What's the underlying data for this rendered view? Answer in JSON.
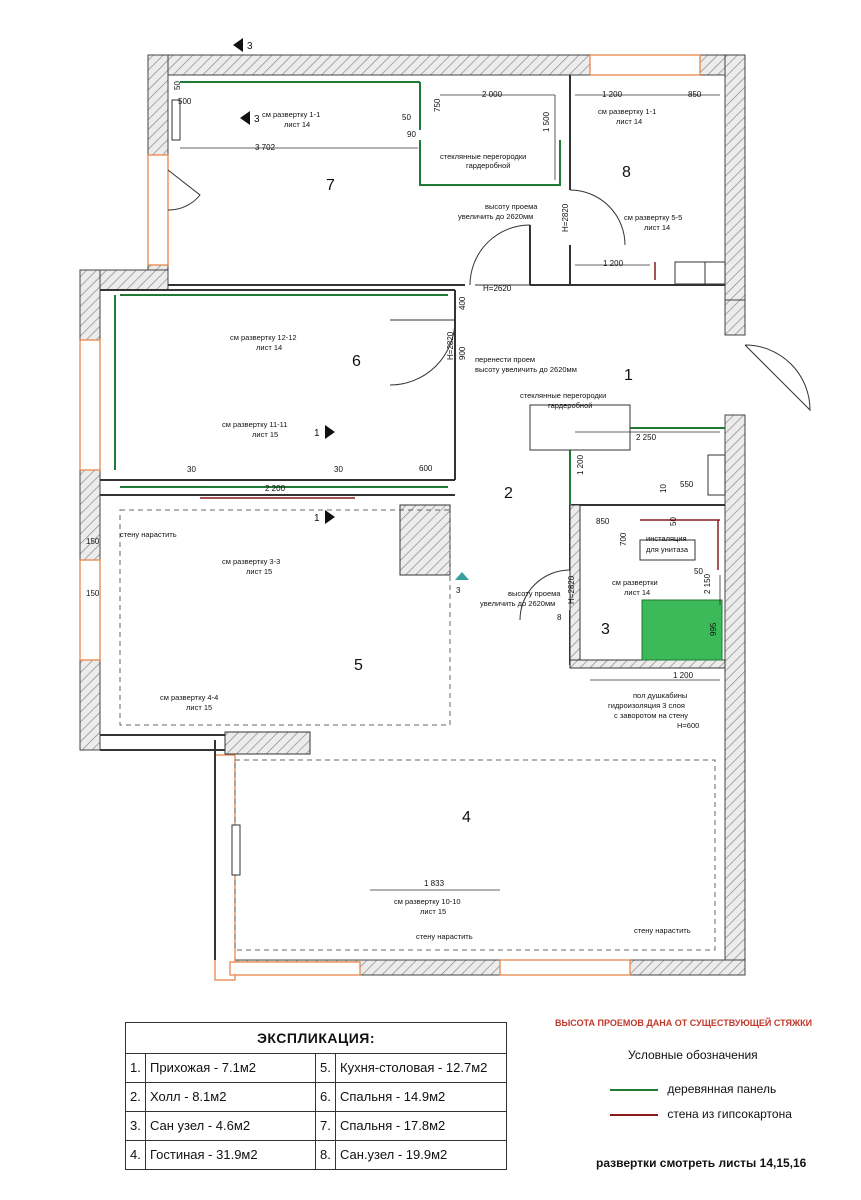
{
  "colors": {
    "wall_hatch": "#9a9a9a",
    "wood_panel": "#1e7a34",
    "gypsum_wall": "#8b1a1a",
    "window": "#e8874a",
    "shower": "#3cba5a",
    "note_red": "#c0392b"
  },
  "marks": {
    "top": "3",
    "mid": "1",
    "small": "3"
  },
  "rooms": {
    "r1": "1",
    "r2": "2",
    "r3": "3",
    "r4": "4",
    "r5": "5",
    "r6": "6",
    "r7": "7",
    "r8": "8"
  },
  "dims": {
    "d500": "500",
    "d50a": "50",
    "d50b": "50",
    "d750": "750",
    "d90": "90",
    "d2000": "2 000",
    "d1500": "1 500",
    "d3702": "3 702",
    "d1200a": "1 200",
    "d850a": "850",
    "d1200b": "1 200",
    "d400": "400",
    "d900": "900",
    "d30a": "30",
    "d30b": "30",
    "d2200": "2 200",
    "d600": "600",
    "d2250": "2 250",
    "d1200c": "1 200",
    "d550": "550",
    "d10": "10",
    "d850b": "850",
    "d700": "700",
    "d50c": "50",
    "d50d": "50",
    "d2150": "2 150",
    "d995": "995",
    "d1200d": "1 200",
    "d150a": "150",
    "d150b": "150",
    "d1833": "1 833",
    "d8": "8"
  },
  "heights": {
    "h2820a": "H=2820",
    "h2620": "H=2620",
    "h2820b": "H=2820",
    "h2820c": "H=2820"
  },
  "notes": {
    "n11a": "см развертку 1-1",
    "n11b": "лист 14",
    "n11c": "см развертку 1-1",
    "n11d": "лист 14",
    "glass1": "стеклянные перегородки",
    "glass2": "гардеробной",
    "open1": "высоту проема",
    "open2": "увеличить до 2620мм",
    "n55a": "см развертку 5-5",
    "n55b": "лист 14",
    "n1212a": "см развертку 12-12",
    "n1212b": "лист 14",
    "move1": "перенести проем",
    "move2": "высоту увеличить до 2620мм",
    "glass3": "стеклянные перегородки",
    "glass4": "гардеробной",
    "n1111a": "см развертку 11-11",
    "n1111b": "лист 15",
    "wall1": "стену нарастить",
    "n33a": "см развертку 3-3",
    "n33b": "лист 15",
    "inst1": "инсталяция",
    "inst2": "для унитаза",
    "open3": "высоту проема",
    "open4": "увеличить до 2620мм",
    "scan1": "см развертки",
    "scan2": "лист 14",
    "n44a": "см развертку 4-4",
    "n44b": "лист 15",
    "shw1": "пол душкабины",
    "shw2": "гидроизоляция 3 слоя",
    "shw3": "с заворотом на стену",
    "shw4": "H=600",
    "n1010a": "см развертку 10-10",
    "n1010b": "лист 15",
    "wall2": "стену нарастить",
    "wall3": "стену нарастить"
  },
  "explication": {
    "title": "ЭКСПЛИКАЦИЯ:",
    "rows": [
      {
        "n1": "1.",
        "a": "Прихожая - 7.1м2",
        "n2": "5.",
        "b": "Кухня-столовая - 12.7м2"
      },
      {
        "n1": "2.",
        "a": "Холл - 8.1м2",
        "n2": "6.",
        "b": "Спальня - 14.9м2"
      },
      {
        "n1": "3.",
        "a": "Сан узел - 4.6м2",
        "n2": "7.",
        "b": "Спальня - 17.8м2"
      },
      {
        "n1": "4.",
        "a": "Гостиная - 31.9м2",
        "n2": "8.",
        "b": "Сан.узел - 19.9м2"
      }
    ]
  },
  "legend": {
    "note": "ВЫСОТА ПРОЕМОВ ДАНА ОТ СУЩЕСТВУЮЩЕЙ СТЯЖКИ",
    "title": "Условные обозначения",
    "wood": "деревянная панель",
    "gypsum": "стена из гипсокартона",
    "sheets": "развертки смотреть листы 14,15,16"
  }
}
